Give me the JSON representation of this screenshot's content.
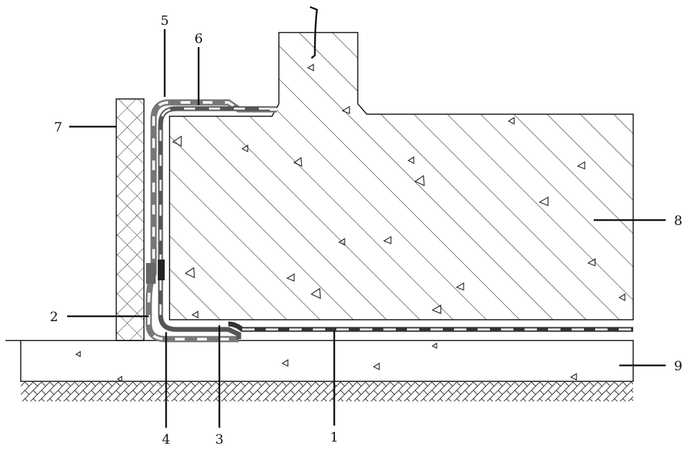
{
  "labels": {
    "l1": "1",
    "l2": "2",
    "l3": "3",
    "l4": "4",
    "l5": "5",
    "l6": "6",
    "l7": "7",
    "l8": "8",
    "l9": "9"
  },
  "colors": {
    "line": "#111111",
    "membrane_dark": "#333333",
    "membrane_mid": "#777777",
    "membrane_light": "#f2f2f2"
  }
}
